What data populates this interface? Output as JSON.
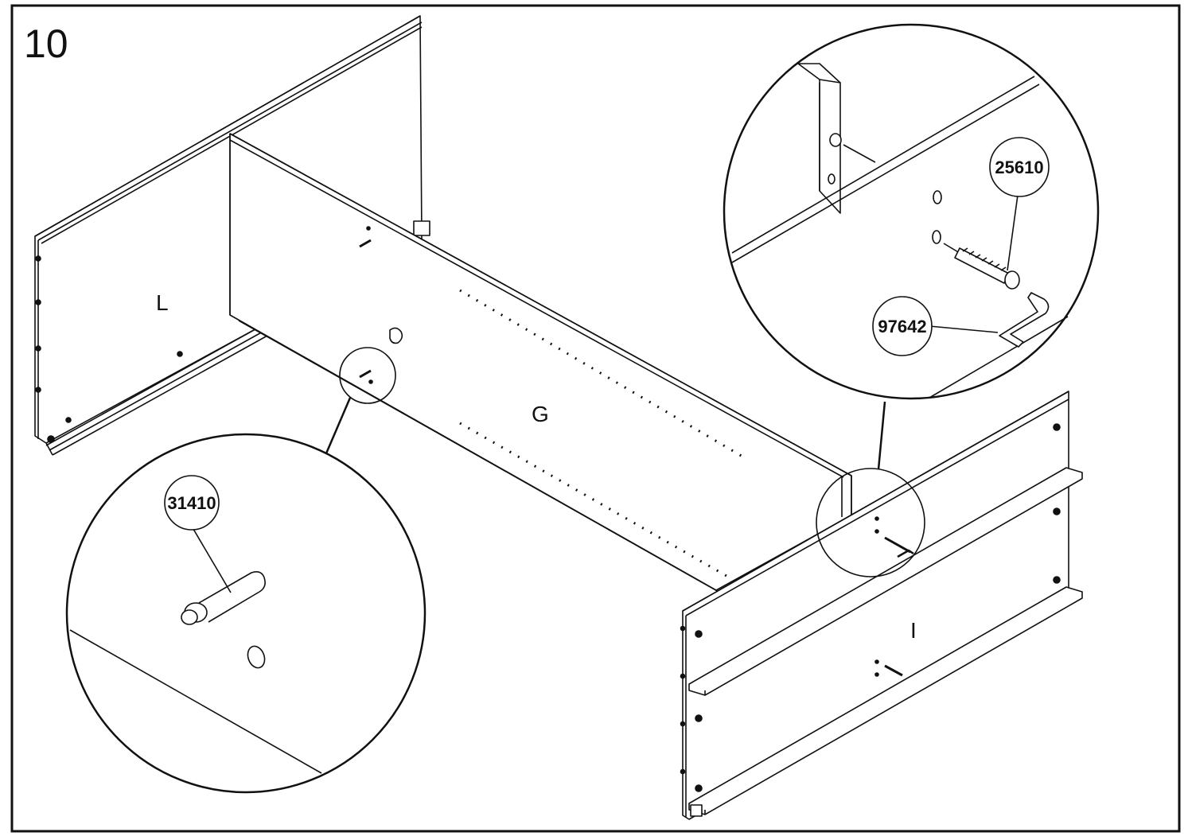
{
  "step_number": "10",
  "panels": {
    "left": "L",
    "middle": "G",
    "right": "I"
  },
  "part_codes": {
    "dowel": "31410",
    "bolt": "25610",
    "allen_key": "97642"
  },
  "colors": {
    "line": "#111111",
    "background": "#ffffff"
  }
}
